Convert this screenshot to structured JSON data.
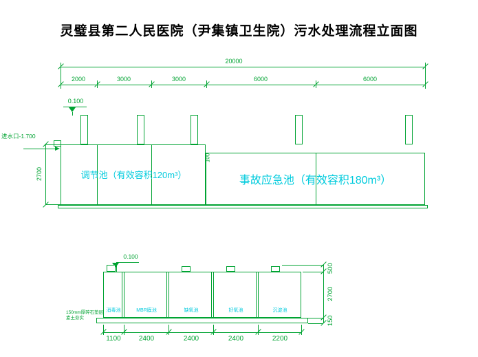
{
  "colors": {
    "line_green": "#00a332",
    "label_cyan": "#00cbdd",
    "title_black": "#000000"
  },
  "title": "灵璧县第二人民医院（尹集镇卫生院）污水处理流程立面图",
  "upper_drawing": {
    "total_dim": "20000",
    "segment_dims": [
      "2000",
      "3000",
      "3000",
      "6000",
      "6000"
    ],
    "elevation_mark": "0.100",
    "inlet_label": "进水口-1.700",
    "depth_dim": "2700",
    "step_dim": "100",
    "tank_left_label": "调节池（有效容积120m³）",
    "tank_right_label": "事故应急池（有效容积180m³）"
  },
  "lower_drawing": {
    "elevation_mark": "0.100",
    "compartments": [
      "消毒池",
      "MBR膜池",
      "缺氧池",
      "好氧池",
      "沉淀池"
    ],
    "foundation_note": "150mm厚碎石垫层素土夯实",
    "side_dims": [
      "500",
      "2700",
      "150"
    ],
    "bottom_dims": [
      "1100",
      "2400",
      "2400",
      "2400",
      "2200"
    ]
  }
}
